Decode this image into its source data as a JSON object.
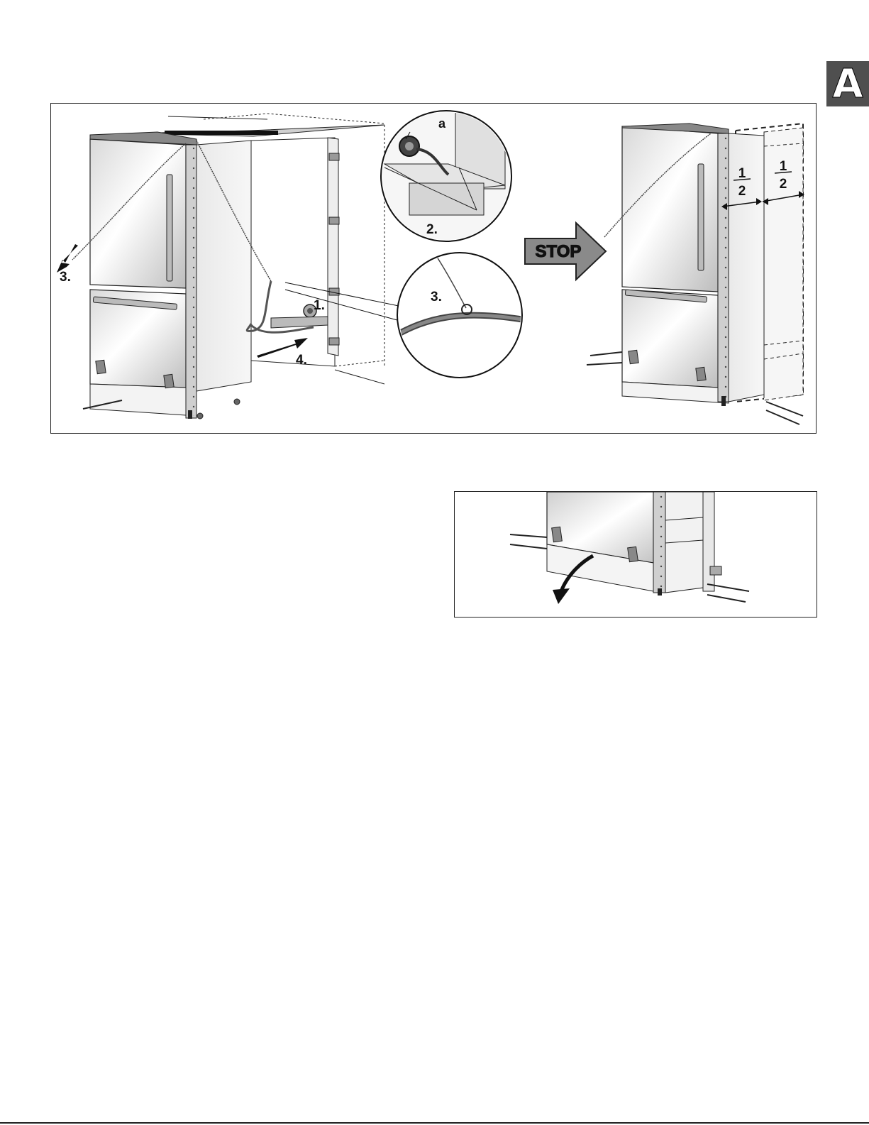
{
  "page": {
    "section_tab": "A"
  },
  "figure_main": {
    "steps": {
      "step1": "1.",
      "step2": "2.",
      "step3_left": "3.",
      "step3_detail": "3.",
      "step4": "4."
    },
    "callout_a": "a",
    "stop_label": "STOP",
    "fraction_left": {
      "numerator": "1",
      "denominator": "2"
    },
    "fraction_right": {
      "numerator": "1",
      "denominator": "2"
    }
  },
  "colors": {
    "tab_bg": "#4f4f4f",
    "stop_arrow": "#8a8a8a",
    "panel_grey": "#c8c8c8"
  }
}
